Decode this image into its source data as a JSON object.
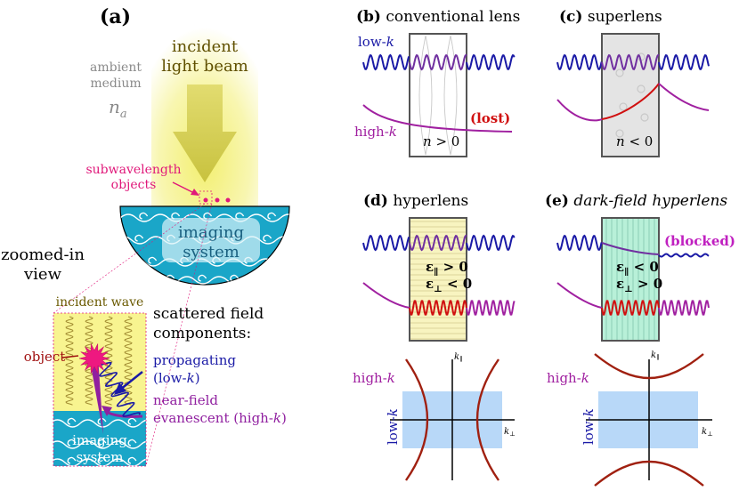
{
  "panel_a": {
    "label": "(a)",
    "beam_label_1": "incident",
    "beam_label_2": "light beam",
    "ambient_1": "ambient",
    "ambient_2": "medium",
    "ambient_symbol": "n",
    "ambient_sub": "a",
    "subwavelength_1": "subwavelength",
    "subwavelength_2": "objects",
    "imaging_1": "imaging",
    "imaging_2": "system",
    "zoom_1": "zoomed-in",
    "zoom_2": "view",
    "incident_wave": "incident wave",
    "object": "object",
    "scattered_1": "scattered field",
    "scattered_2": "components:",
    "propagating_1": "propagating",
    "propagating_2": "(low-k)",
    "nearfield_1": "near-field",
    "nearfield_2": "evanescent (high-k)",
    "zoom_imaging_1": "imaging",
    "zoom_imaging_2": "system"
  },
  "panel_b": {
    "label": "(b)",
    "title": "conventional lens",
    "low_k": "low-k",
    "high_k": "high-k",
    "lost": "(lost)",
    "condition": "n > 0"
  },
  "panel_c": {
    "label": "(c)",
    "title": "superlens",
    "condition": "n < 0"
  },
  "panel_d": {
    "label": "(d)",
    "title": "hyperlens",
    "eps1": "ε∥ > 0",
    "eps2": "ε⊥ < 0",
    "high_k": "high-k",
    "low_k": "low-k",
    "k_par": "k∥",
    "k_perp": "k⊥"
  },
  "panel_e": {
    "label": "(e)",
    "title": "dark-field hyperlens",
    "blocked": "(blocked)",
    "eps1": "ε∥ < 0",
    "eps2": "ε⊥ > 0",
    "high_k": "high-k",
    "low_k": "low-k",
    "k_par": "k∥",
    "k_perp": "k⊥"
  },
  "colors": {
    "low_k": "#1a1aa6",
    "high_k": "#a020a0",
    "lost": "#d01010",
    "mix": "#7030a0",
    "sea": "#1aa6c8",
    "beam": "#f2ee7a",
    "magenta": "#e0187a",
    "hyperbola": "#a02010",
    "kbox": "#b8d8f8",
    "hyperlens_fill": "#f8f4c0",
    "darkfield_fill": "#b8f0d8"
  }
}
